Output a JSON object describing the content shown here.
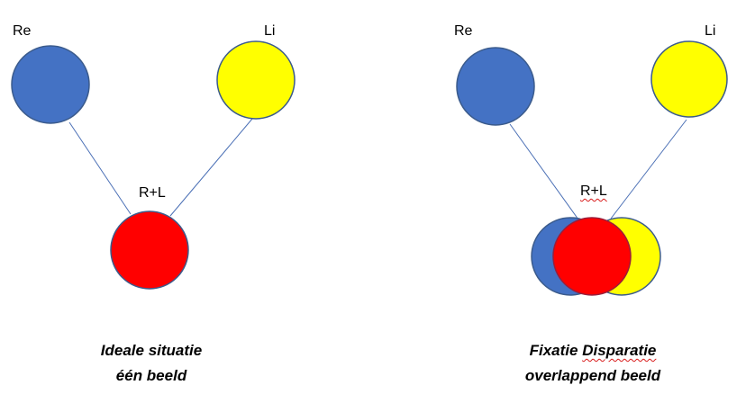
{
  "colors": {
    "right_eye": "#4472C4",
    "left_eye": "#FFFF00",
    "combined": "#FF0000",
    "circle_stroke": "#3B5B8C",
    "combined_stroke": "#9A1E3A",
    "connector": "#4A6FB5"
  },
  "left_panel": {
    "label_right_eye": "Re",
    "label_left_eye": "Li",
    "label_combined": "R+L",
    "caption_line1": "Ideale situatie",
    "caption_line2": "één beeld"
  },
  "right_panel": {
    "label_right_eye": "Re",
    "label_left_eye": "Li",
    "label_combined": "R+L",
    "caption_word1": "Fixatie",
    "caption_word2": "Disparatie",
    "caption_line2": "overlappend beeld"
  }
}
